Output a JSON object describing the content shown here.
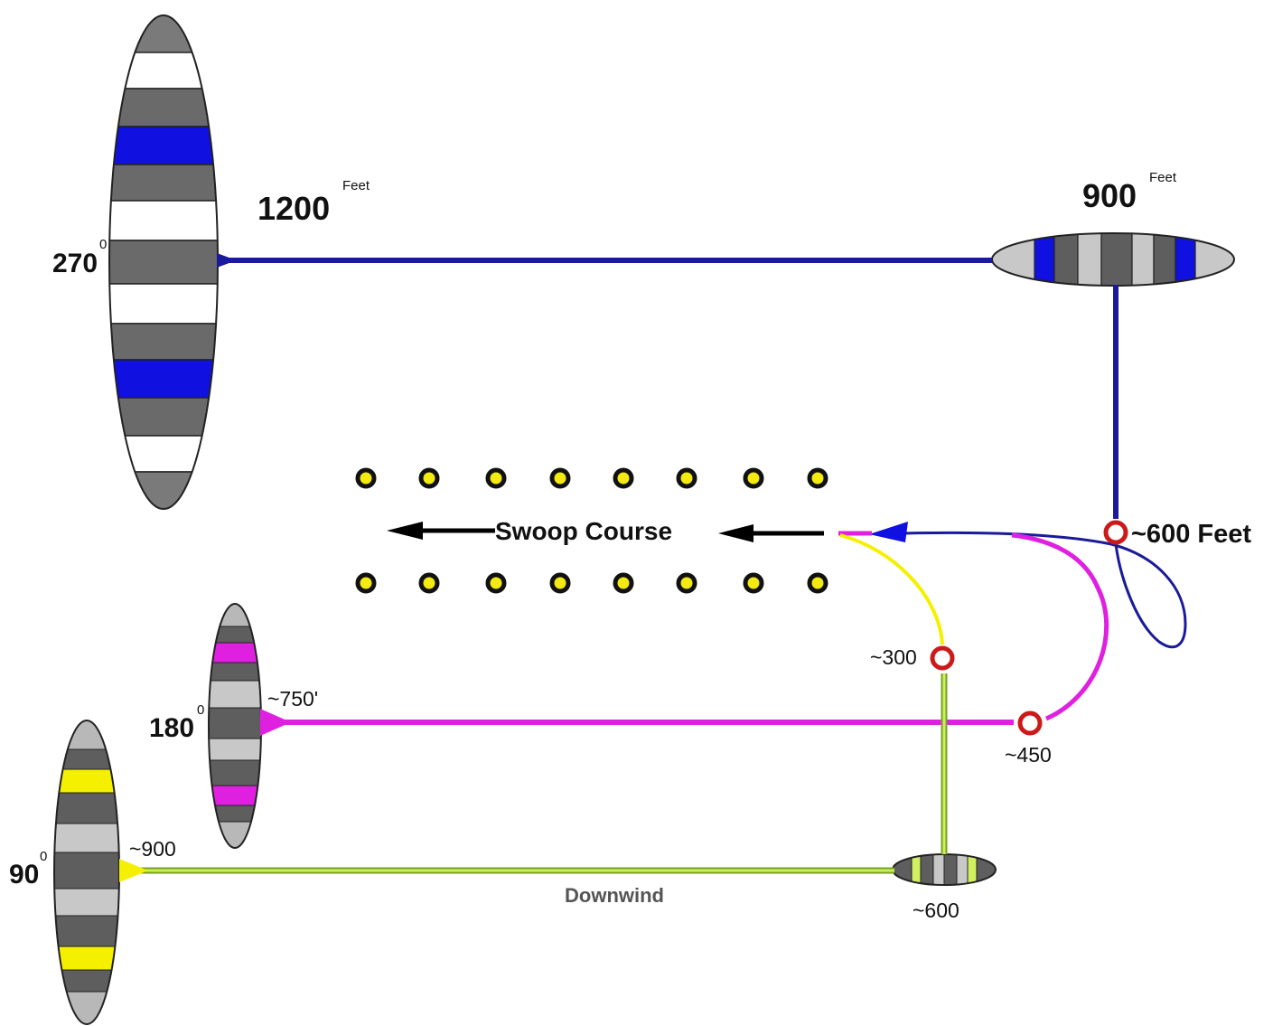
{
  "labels": {
    "altitude_1200": "1200",
    "altitude_1200_unit": "Feet",
    "altitude_900": "900",
    "altitude_900_unit": "Feet",
    "turn_270": "270",
    "turn_180": "180",
    "turn_90": "90",
    "degree_mark": "0",
    "alt_600_feet": "~600 Feet",
    "alt_750": "~750'",
    "alt_900": "~900",
    "alt_600": "~600",
    "alt_450": "~450",
    "alt_300": "~300",
    "swoop_course": "Swoop Course",
    "downwind": "Downwind"
  },
  "colors": {
    "blue_path": "#1a1a9a",
    "magenta_path": "#e020e0",
    "yellow_path": "#f5f000",
    "green_path": "#a8e040",
    "red_marker": "#cc1a1a",
    "canopy_dark": "#5e5e5e",
    "canopy_light": "#c8c8c8",
    "canopy_blue": "#1010e0"
  },
  "icons": {
    "altitude_marker": "red-ring",
    "course_gate": "yellow-dot",
    "direction": "arrow-left"
  }
}
